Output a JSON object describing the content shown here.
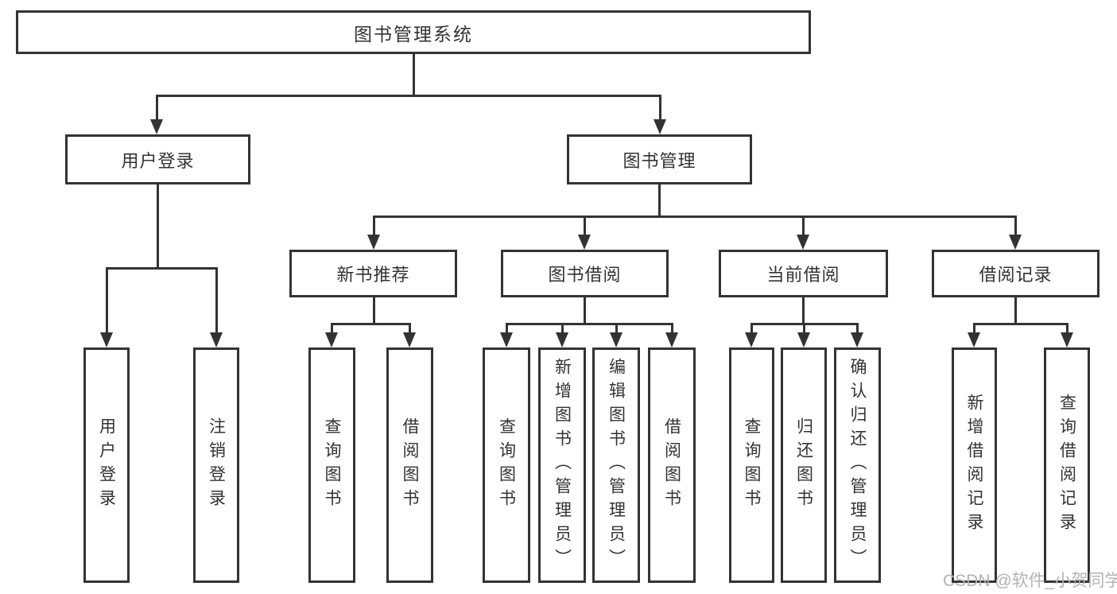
{
  "nodes": {
    "root": "图书管理系统",
    "level2": [
      "用户登录",
      "图书管理"
    ],
    "level3": [
      "新书推荐",
      "图书借阅",
      "当前借阅",
      "借阅记录"
    ],
    "leaves": {
      "login": [
        "用户登录",
        "注销登录"
      ],
      "recommend": [
        "查询图书",
        "借阅图书"
      ],
      "borrow": [
        "查询图书",
        "新增图书（管理员）",
        "编辑图书（管理员）",
        "借阅图书"
      ],
      "current": [
        "查询图书",
        "归还图书",
        "确认归还（管理员）"
      ],
      "records": [
        "新增借阅记录",
        "查询借阅记录"
      ]
    }
  },
  "watermark": "CSDN @软件_小贺同学",
  "colors": {
    "line": "#333333",
    "text": "#333333",
    "watermark": "#b3b3b3",
    "background": "#ffffff"
  }
}
